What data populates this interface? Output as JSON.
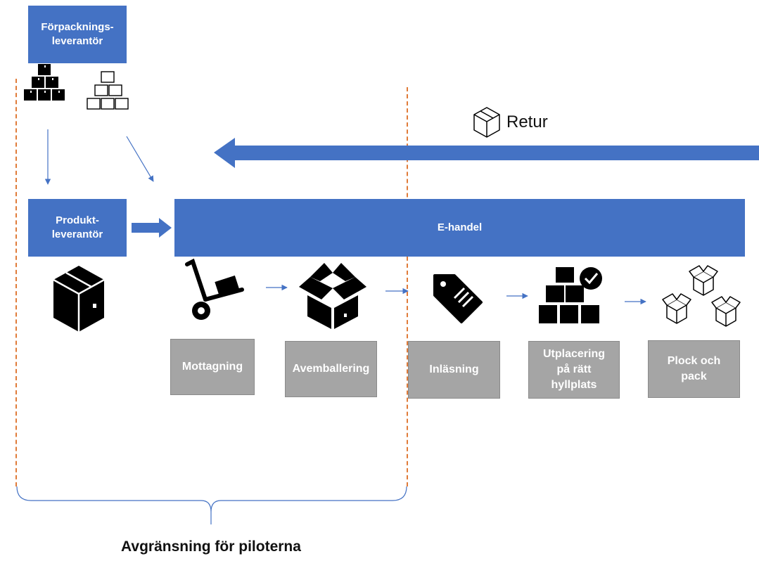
{
  "nodes": {
    "forpackningsleverantor": "Förpacknings-\nleverantör",
    "produktleverantor": "Produkt-\nleverantör",
    "ehandel": "E-handel"
  },
  "steps": [
    {
      "label": "Mottagning",
      "icon": "hand-truck-icon"
    },
    {
      "label": "Avemballering",
      "icon": "open-box-icon"
    },
    {
      "label": "Inläsning",
      "icon": "price-tag-icon"
    },
    {
      "label": "Utplacering\npå rätt\nhyllplats",
      "icon": "box-stack-check-icon"
    },
    {
      "label": "Plock och\npack",
      "icon": "open-boxes-outline-icon"
    }
  ],
  "return_label": "Retur",
  "scope_caption": "Avgränsning för piloterna",
  "icons": {
    "supplier_icons": [
      "box-stack-black-icon",
      "box-stack-outline-icon"
    ],
    "product_icon": "closed-box-icon",
    "return_icon": "box-outline-icon"
  },
  "colors": {
    "process_blue": "#4472c4",
    "step_grey": "#a5a5a5",
    "scope_line": "#e07b39",
    "connector": "#4472c4"
  }
}
